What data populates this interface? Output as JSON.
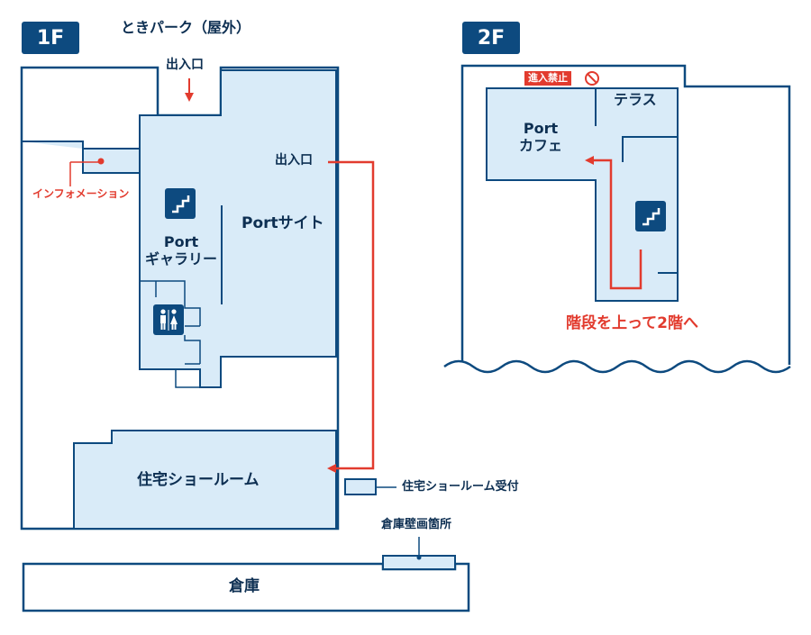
{
  "floors": {
    "f1": {
      "badge": "1F"
    },
    "f2": {
      "badge": "2F"
    }
  },
  "labels": {
    "toki_park": "ときパーク（屋外）",
    "entrance_top": "出入口",
    "entrance_right": "出入口",
    "information": "インフォメーション",
    "port_site": "Portサイト",
    "port_gallery_line1": "Port",
    "port_gallery_line2": "ギャラリー",
    "showroom": "住宅ショールーム",
    "showroom_reception": "住宅ショールーム受付",
    "warehouse_mural": "倉庫壁画箇所",
    "warehouse": "倉庫",
    "no_entry": "進入禁止",
    "terrace": "テラス",
    "port_cafe_line1": "Port",
    "port_cafe_line2": "カフェ",
    "stairs_to_2f": "階段を上って2階へ"
  },
  "icons": {
    "stairs": "stairs-icon",
    "restroom": "restroom-icon",
    "no_entry": "no-entry-icon",
    "arrow": "red-arrow-icon"
  },
  "colors": {
    "wall": "#0d4a7f",
    "room_fill": "#d9ebf8",
    "route": "#e23b2e",
    "badge_bg": "#0d4a7f",
    "label_text": "#0d2f52"
  }
}
